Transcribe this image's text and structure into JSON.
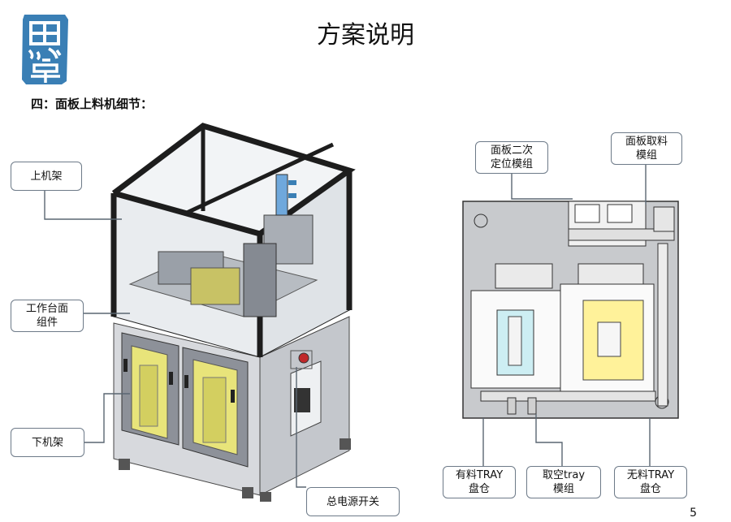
{
  "title": "方案说明",
  "subtitle": "四：面板上料机细节：",
  "logo_text": "思卓",
  "left_callouts": {
    "upper_frame": "上机架",
    "worktable": "工作台面\n组件",
    "lower_frame": "下机架",
    "power_switch": "总电源开关"
  },
  "right_callouts": {
    "secondary_positioning": "面板二次\n定位模组",
    "panel_pick": "面板取料\n模组",
    "full_tray": "有料TRAY\n盘仓",
    "empty_tray": "取空tray\n模组",
    "empty_tray_bin": "无料TRAY\n盘仓"
  },
  "page_number": "5",
  "colors": {
    "frame_dark": "#222222",
    "frame_grey": "#c9cbd0",
    "tray_yellow": "#fff29a",
    "leader": "#5a6672",
    "logo_blue": "#3a7fb5"
  }
}
